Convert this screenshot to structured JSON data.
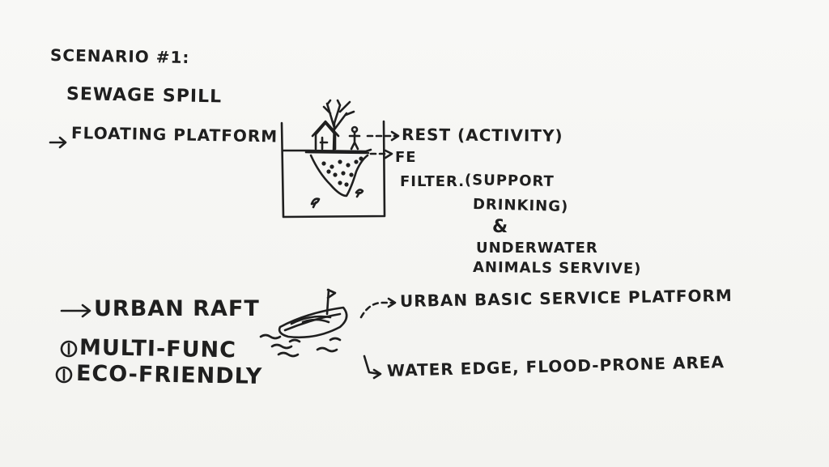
{
  "scenario": {
    "heading": "SCENARIO #1:",
    "issue": "SEWAGE SPILL",
    "solution_arrow": "→",
    "solution": "FLOATING PLATFORM"
  },
  "platform_notes": {
    "rest": "REST (ACTIVITY)",
    "filter_prefix": "FE",
    "filter": "FILTER.",
    "support_line1": "(SUPPORT",
    "support_line2": "DRINKING)",
    "amp": "&",
    "underwater_line1": "UNDERWATER",
    "underwater_line2": "ANIMALS SERVIVE)"
  },
  "raft": {
    "title": "URBAN RAFT",
    "feature1": "MULTI-FUNC",
    "feature2": "ECO-FRIENDLY",
    "label1": "URBAN BASIC SERVICE PLATFORM",
    "label2": "WATER EDGE, FLOOD-PRONE AREA"
  },
  "icons": [
    "arrow-right-icon",
    "circled-number-icon",
    "tree-icon",
    "house-icon",
    "floating-island-icon",
    "boat-icon",
    "flag-icon",
    "water-ripple-icon",
    "fish-icon"
  ]
}
